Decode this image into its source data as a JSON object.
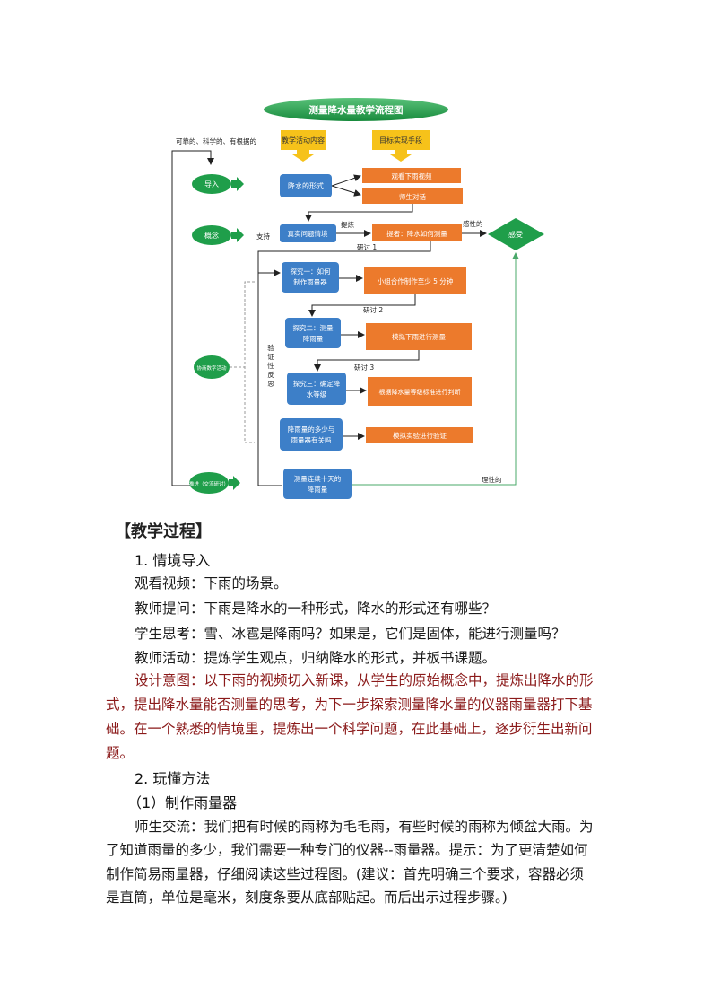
{
  "flowchart": {
    "title": "测量降水量教学流程图",
    "col_content": "教学活动内容",
    "col_means": "目标实现手段",
    "top_note": "可靠的、科学的、有根据的",
    "stage_intro": "导入",
    "stage_concept": "概念",
    "stage_explore": "协商数字活动",
    "stage_conclude": "推进（交流研讨）",
    "box_forms": "降水的形式",
    "box_video": "观看下雨视频",
    "box_dialog": "师生对话",
    "label_support": "支持",
    "box_question": "真实问题情境",
    "label_refine": "提炼",
    "box_ask": "提者：降水如何测量",
    "label_perceptual": "感性的",
    "diamond_feel": "感受",
    "label_discuss1": "研讨 1",
    "box_explore1": "探究一：如何制作雨量器",
    "box_group": "小组合作制作至少 5 分钟",
    "label_discuss2": "研讨 2",
    "box_explore2": "探究二：测量降雨量",
    "box_simulate": "模拟下雨进行测量",
    "label_discuss3": "研讨 3",
    "box_explore3": "探究三：确定降水等级",
    "box_grade": "根据降水量等级标准进行判断",
    "label_verify": "验证性反思",
    "box_related": "降雨量的多少与雨量器有关吗",
    "box_experiment": "模拟实验进行验证",
    "box_tenday": "测量连续十天的降雨量",
    "label_rational": "理性的"
  },
  "doc": {
    "section": "【教学过程】",
    "h1": "1. 情境导入",
    "p1": "观看视频：下雨的场景。",
    "p2": "教师提问：下雨是降水的一种形式，降水的形式还有哪些？",
    "p3": "学生思考：雪、冰雹是降雨吗？如果是，它们是固体，能进行测量吗？",
    "p4": "教师活动：提炼学生观点，归纳降水的形式，并板书课题。",
    "d1": "设计意图：以下雨的视频切入新课，从学生的原始概念中，提炼出降水的形",
    "d2": "式，提出降水量能否测量的思考，为下一步探索测量降水量的仪器雨量器打下基",
    "d3": "础。在一个熟悉的情境里，提炼出一个科学问题，在此基础上，逐步衍生出新问",
    "d4": "题。",
    "h2": "2. 玩懂方法",
    "h3": "（1）制作雨量器",
    "q1": "师生交流：我们把有时候的雨称为毛毛雨，有些时候的雨称为倾盆大雨。为",
    "q2": "了知道雨量的多少，我们需要一种专门的仪器--雨量器。提示：为了更清楚如何",
    "q3": "制作简易雨量器，仔细阅读这些过程图。(建议：首先明确三个要求，容器必须",
    "q4": "是直筒，单位是毫米，刻度条要从底部贴起。而后出示过程步骤。)"
  },
  "colors": {
    "green": "#1f9e4a",
    "blue": "#3d7fc8",
    "orange": "#ec7a2c",
    "yellow": "#f6c21a",
    "design_text": "#8b1a1a"
  }
}
